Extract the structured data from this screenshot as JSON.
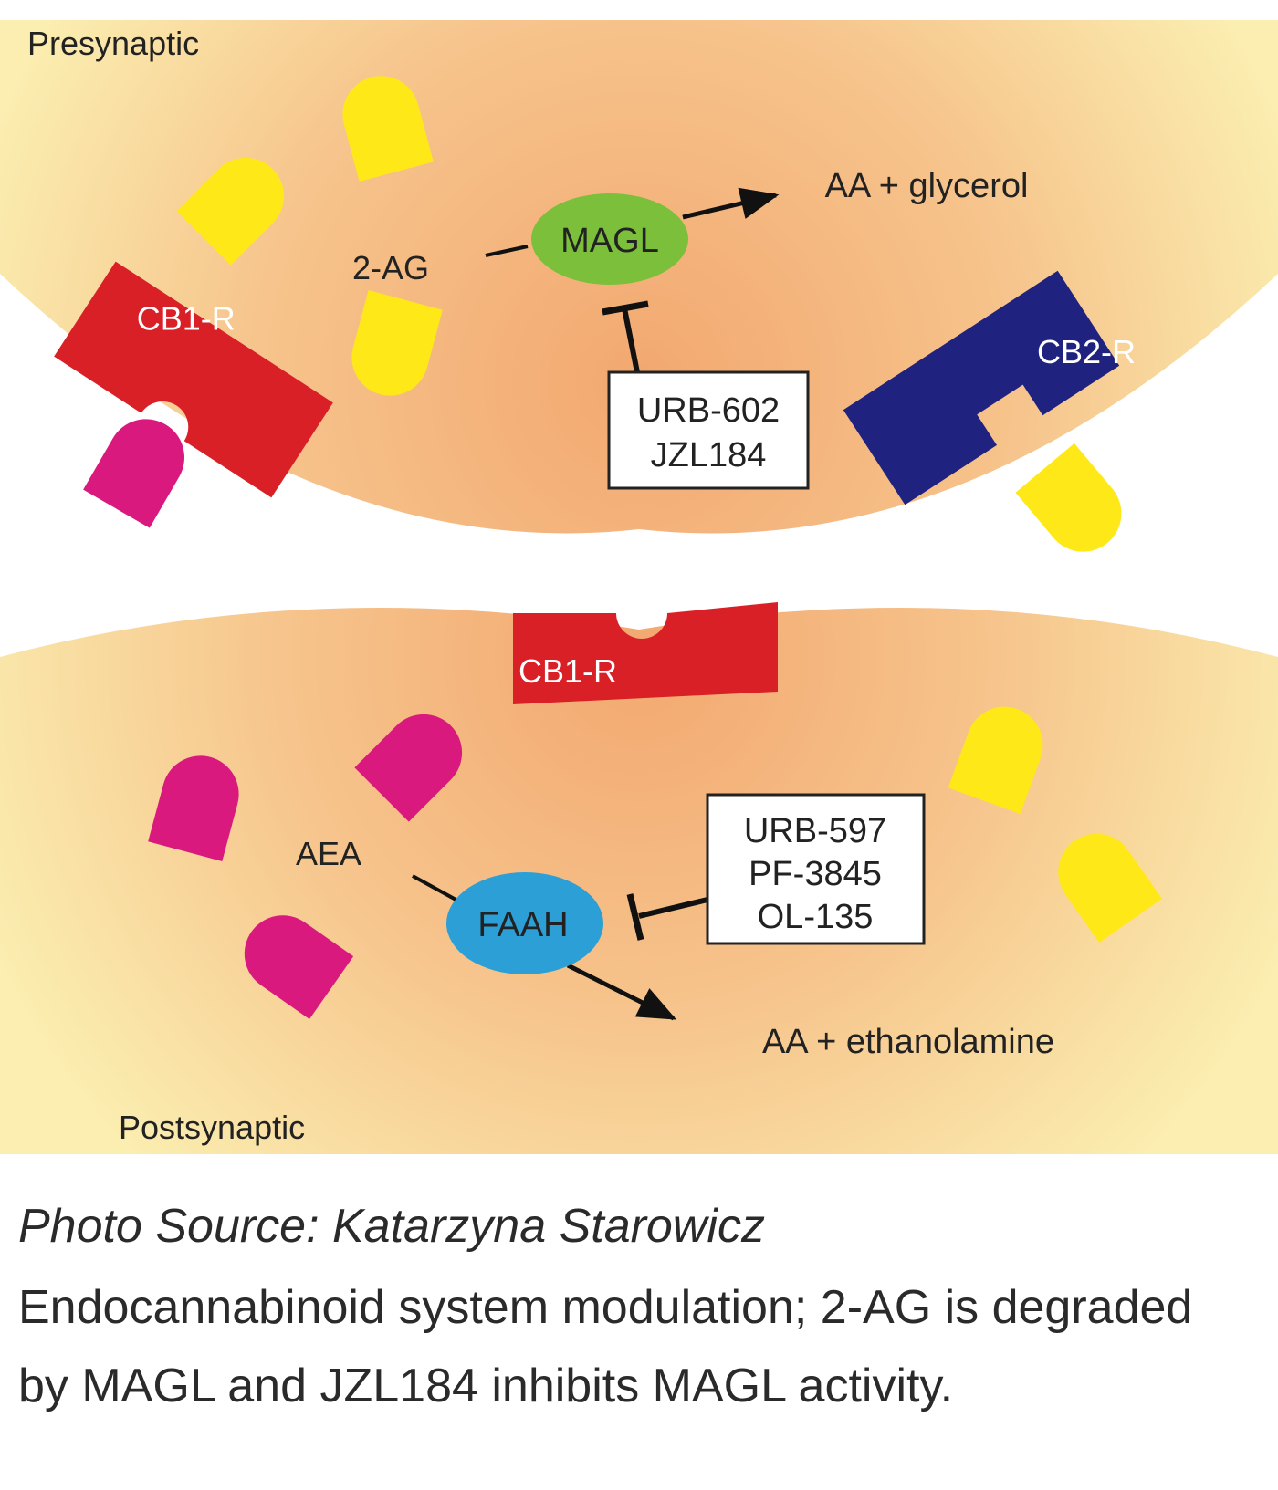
{
  "diagram": {
    "presynaptic_label": "Presynaptic",
    "postsynaptic_label": "Postsynaptic",
    "pre_substrate": "2-AG",
    "pre_enzyme": "MAGL",
    "pre_products": "AA + glycerol",
    "pre_inhibitors": [
      "URB-602",
      "JZL184"
    ],
    "receptor_cb1_pre": "CB1-R",
    "receptor_cb2_pre": "CB2-R",
    "receptor_cb1_post": "CB1-R",
    "post_substrate": "AEA",
    "post_enzyme": "FAAH",
    "post_products": "AA + ethanolamine",
    "post_inhibitors": [
      "URB-597",
      "PF-3845",
      "OL-135"
    ]
  },
  "caption": {
    "source": "Photo Source: Katarzyna Starowicz",
    "description": "Endocannabinoid system modulation; 2-AG is degraded by MAGL and JZL184 inhibits MAGL activity."
  },
  "colors": {
    "cb1": "#d92027",
    "cb2": "#1f237f",
    "magl": "#7bbf3b",
    "faah": "#2b9fd6",
    "two_ag_ligand": "#ffe818",
    "aea_ligand": "#d9197d",
    "neuron_edge": "#fbeeb0",
    "neuron_core": "#f2a870"
  }
}
